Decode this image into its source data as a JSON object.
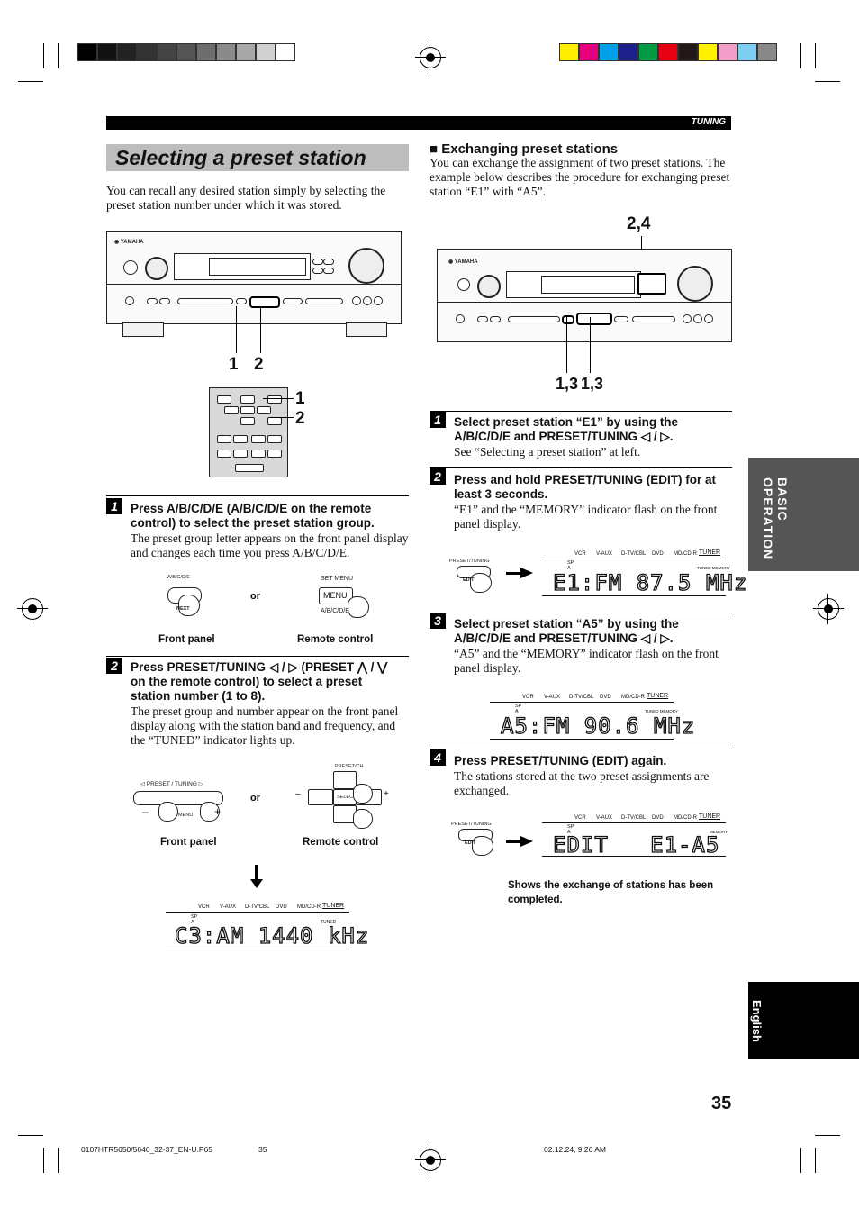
{
  "header": {
    "section_tab": "TUNING"
  },
  "side_tabs": {
    "basic_operation": "BASIC OPERATION",
    "english": "English"
  },
  "left": {
    "title": "Selecting a preset station",
    "intro": "You can recall any desired station simply by selecting the preset station number under which it was stored.",
    "callouts_front": [
      "1",
      "2"
    ],
    "callouts_remote": [
      "1",
      "2"
    ],
    "step1": {
      "num": "1",
      "heading": "Press A/B/C/D/E (A/B/C/D/E on the remote control) to select the preset station group.",
      "text": "The preset group letter appears on the front panel display and changes each time you press A/B/C/D/E.",
      "fp_label": "A/B/C/D/E",
      "fp_btn_label": "NEXT",
      "or": "or",
      "rc_label": "SET MENU",
      "rc_btn": "MENU",
      "rc_sub": "A/B/C/D/E",
      "cap_front": "Front panel",
      "cap_remote": "Remote control"
    },
    "step2": {
      "num": "2",
      "heading": "Press PRESET/TUNING ◁ / ▷ (PRESET ⋀ / ⋁ on the remote control) to select a preset station number (1 to 8).",
      "text": "The preset group and number appear on the front panel display along with the station band and frequency, and the “TUNED” indicator lights up.",
      "fp_label": "◁  PRESET / TUNING  ▷",
      "fp_minus": "–",
      "fp_plus": "+",
      "fp_sub": "MENU",
      "or": "or",
      "rc_label": "PRESET/CH",
      "rc_select": "SELECT",
      "rc_minus": "–",
      "rc_plus": "+",
      "cap_front": "Front panel",
      "cap_remote": "Remote control"
    },
    "display": {
      "sources": [
        "VCR",
        "V-AUX",
        "D-TV/CBL",
        "DVD",
        "MD/CD-R",
        "TUNER"
      ],
      "sp": "SP",
      "a": "A",
      "tuned": "TUNED",
      "text": "C3:AM 1440 kHz"
    }
  },
  "right": {
    "title": "■ Exchanging preset stations",
    "intro": "You can exchange the assignment of two preset stations. The example below describes the procedure for exchanging preset station “E1” with “A5”.",
    "callout_top": "2,4",
    "callout_bottom": "1,3 1,3",
    "step1": {
      "num": "1",
      "heading": "Select preset station “E1” by using the A/B/C/D/E and PRESET/TUNING ◁ / ▷.",
      "text": "See “Selecting a preset station” at left."
    },
    "step2": {
      "num": "2",
      "heading": "Press and hold PRESET/TUNING (EDIT) for at least 3 seconds.",
      "text": "“E1” and the “MEMORY” indicator flash on the front panel display.",
      "btn_label": "PRESET/TUNING",
      "btn_sub": "EDIT",
      "display": {
        "sources": [
          "VCR",
          "V-AUX",
          "D-TV/CBL",
          "DVD",
          "MD/CD-R",
          "TUNER"
        ],
        "sp": "SP",
        "a": "A",
        "ind": "TUNED  MEMORY",
        "text": "E1:FM 87.5 MHz"
      }
    },
    "step3": {
      "num": "3",
      "heading": "Select preset station “A5” by using the A/B/C/D/E and PRESET/TUNING ◁ / ▷.",
      "text": "“A5” and the “MEMORY” indicator flash on the front panel display.",
      "display": {
        "sources": [
          "VCR",
          "V-AUX",
          "D-TV/CBL",
          "DVD",
          "MD/CD-R",
          "TUNER"
        ],
        "sp": "SP",
        "a": "A",
        "ind": "TUNED  MEMORY",
        "text": "A5:FM 90.6 MHz"
      }
    },
    "step4": {
      "num": "4",
      "heading": "Press PRESET/TUNING (EDIT) again.",
      "text": "The stations stored at the two preset assignments are exchanged.",
      "btn_label": "PRESET/TUNING",
      "btn_sub": "EDIT",
      "display": {
        "sources": [
          "VCR",
          "V-AUX",
          "D-TV/CBL",
          "DVD",
          "MD/CD-R",
          "TUNER"
        ],
        "sp": "SP",
        "a": "A",
        "ind": "MEMORY",
        "text": "EDIT   E1-A5"
      },
      "note": "Shows the exchange of stations has been completed."
    }
  },
  "page_number": "35",
  "footer": {
    "file": "0107HTR5650/5640_32-37_EN-U.P65",
    "page": "35",
    "date": "02.12.24, 9:26 AM"
  },
  "colors": {
    "gray_scale": [
      "#000000",
      "#111111",
      "#222222",
      "#333333",
      "#444444",
      "#555555",
      "#6e6e6e",
      "#8a8a8a",
      "#a8a8a8",
      "#d0d0d0",
      "#ffffff"
    ],
    "color_bar": [
      "#ffee00",
      "#e6007e",
      "#00a0e9",
      "#1d2088",
      "#009944",
      "#e60012",
      "#231815",
      "#fff100",
      "#f39ec9",
      "#7ecef4",
      "#888888"
    ]
  }
}
